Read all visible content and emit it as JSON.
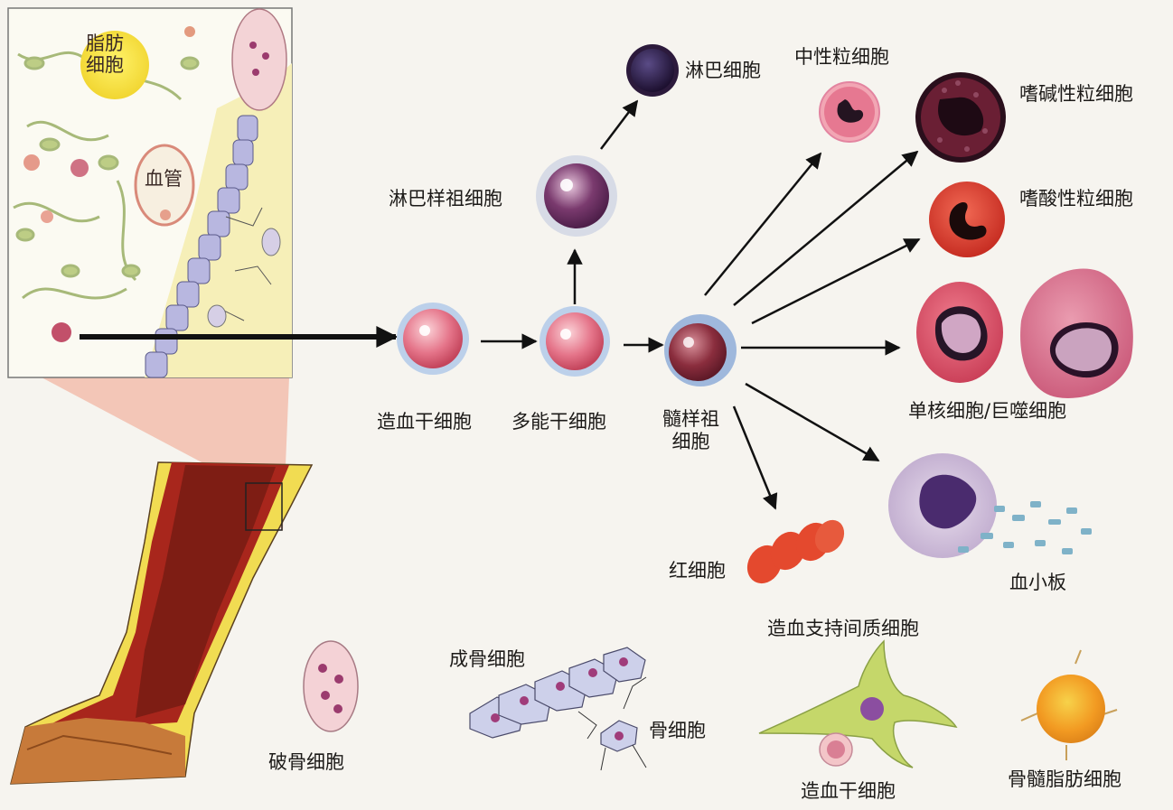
{
  "inset": {
    "fat_cell_label": "脂肪\n细胞",
    "vessel_label": "血管"
  },
  "labels": {
    "hsc": "造血干细胞",
    "multipotent": "多能干细胞",
    "myeloid_progenitor": "髓样祖\n细胞",
    "lymphoid_progenitor": "淋巴样祖细胞",
    "lymphocyte": "淋巴细胞",
    "neutrophil": "中性粒细胞",
    "basophil": "嗜碱性粒细胞",
    "eosinophil": "嗜酸性粒细胞",
    "monocyte_macrophage": "单核细胞/巨噬细胞",
    "platelet": "血小板",
    "erythrocyte": "红细胞",
    "stromal": "造血支持间质细胞",
    "osteoclast": "破骨细胞",
    "osteoblast": "成骨细胞",
    "osteocyte": "骨细胞",
    "hsc_bottom": "造血干细胞",
    "marrow_fat": "骨髓脂肪细胞"
  },
  "colors": {
    "background": "#f6f4ef",
    "inset_bg": "#fbfaf2",
    "bone_red": "#a8261c",
    "bone_yellow": "#f1dc52",
    "cell_pink": "#e6718a",
    "lymph_purple": "#2c1a3c",
    "eosin_red": "#d9362a"
  }
}
